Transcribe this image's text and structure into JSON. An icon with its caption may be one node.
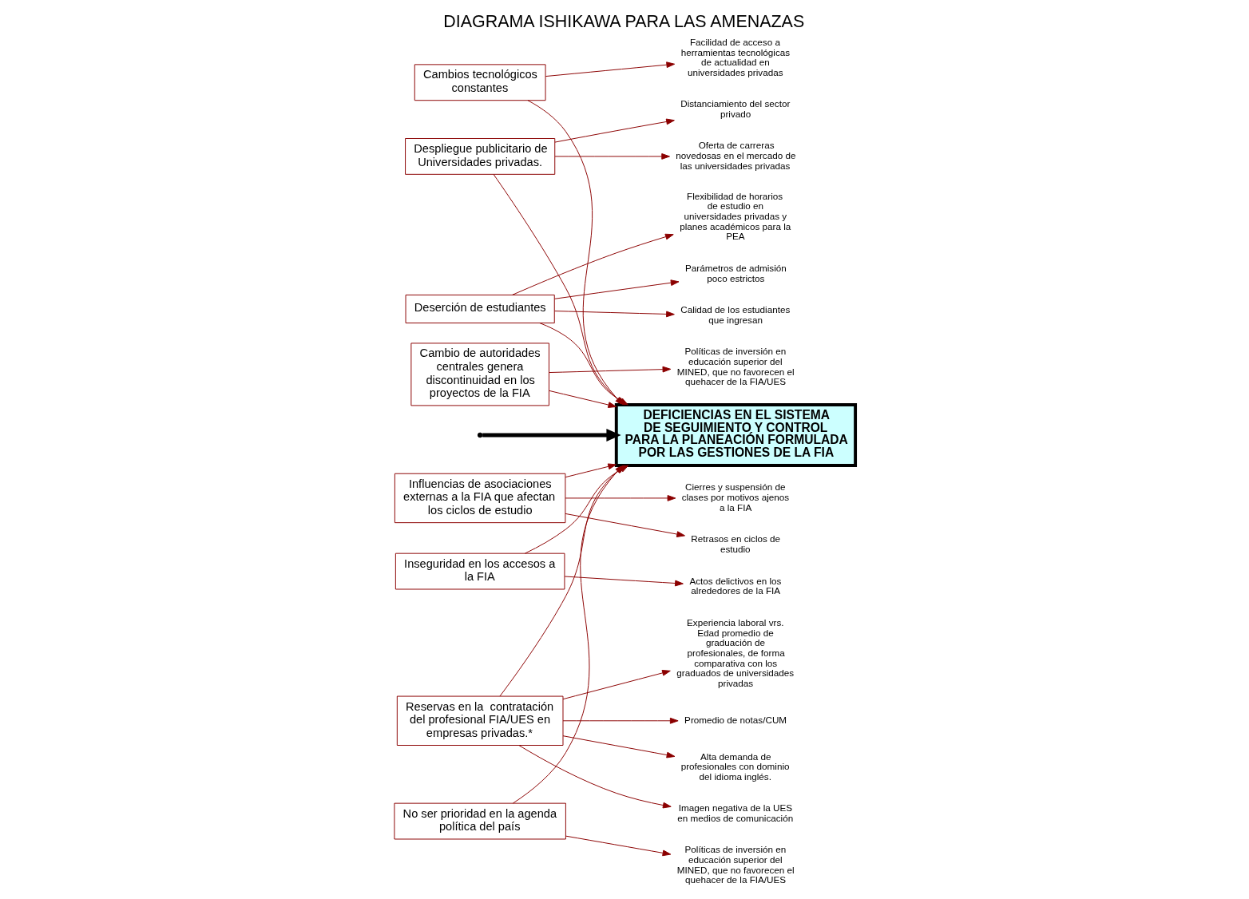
{
  "diagram": {
    "title": "DIAGRAMA ISHIKAWA PARA LAS AMENAZAS",
    "nodes": [
      {
        "text": [
          "Cambios tecnológicos constantes"
        ]
      },
      {
        "text": [
          "Facilidad de acceso a herramientas tecnológicas de actualidad en universidades privadas"
        ]
      },
      {
        "text": [
          "Despliegue publicitario de Universidades privadas."
        ]
      },
      {
        "text": [
          "Distanciamiento del sector privado"
        ]
      },
      {
        "text": [
          "Oferta de carreras novedosas en el mercado de las universidades privadas"
        ]
      },
      {
        "text": [
          "Deserción de estudiantes"
        ]
      },
      {
        "text": [
          "Flexibilidad de horarios de estudio en universidades privadas y planes académicos para la PEA"
        ]
      },
      {
        "text": [
          "Parámetros de admisión poco estrictos"
        ]
      },
      {
        "text": [
          "Calidad de los estudiantes que ingresan"
        ]
      },
      {
        "text": [
          "Cambio de autoridades centrales genera discontinuidad en los proyectos de la FIA"
        ]
      },
      {
        "text": [
          "Políticas de inversión en educación superior del MINED, que no favorecen el quehacer de la FIA/UES"
        ]
      },
      {
        "text": [
          "DEFICIENCIAS EN EL SISTEMA DE SEGUIMIENTO Y CONTROL PARA LA PLANEACIÓN FORMULADA POR LAS GESTIONES DE LA FIA"
        ]
      },
      {
        "text": [
          "Cierres y suspensión de clases por motivos ajenos a la FIA"
        ]
      },
      {
        "text": [
          "Retrasos en ciclos de estudio"
        ]
      },
      {
        "text": [
          "Influencias de asociaciones externas a la FIA que afectan los ciclos de estudio"
        ]
      },
      {
        "text": [
          "Experiencia laboral vrs. Edad promedio de graduación de profesionales, de forma comparativa con los graduados de universidades privadas"
        ]
      },
      {
        "text": [
          "Actos delictivos en los alrededores de la FIA"
        ]
      },
      {
        "text": [
          "Inseguridad en los accesos a la FIA"
        ]
      },
      {
        "text": [
          "Promedio de notas/CUM"
        ]
      },
      {
        "text": [
          "Alta demanda de profesionales con dominio del idioma inglés."
        ]
      },
      {
        "text": [
          "Imagen negativa de la UES en medios de comunicación"
        ]
      },
      {
        "text": [
          "Reservas en la  contratación del profesional FIA/UES en empresas privadas.*"
        ]
      },
      {
        "text": [
          "Políticas de inversión en educación superior del MINED, que no favorecen el quehacer de la FIA/UES"
        ]
      },
      {
        "text": [
          "No ser prioridad en la agenda política del país"
        ]
      }
    ],
    "edges": [
      {
        "from": null,
        "to": 11,
        "arrow": "to",
        "style": "thick",
        "color": "#000000"
      },
      {
        "from": 0,
        "to": 11,
        "arrow": "to"
      },
      {
        "from": 0,
        "to": 1,
        "arrow": "to"
      },
      {
        "from": 2,
        "to": 11,
        "arrow": "to"
      },
      {
        "from": 2,
        "to": 3,
        "arrow": "to"
      },
      {
        "from": 2,
        "to": 4,
        "arrow": "to"
      },
      {
        "from": 5,
        "to": 11,
        "arrow": "to"
      },
      {
        "from": 5,
        "to": 6,
        "arrow": "to"
      },
      {
        "from": 5,
        "to": 7,
        "arrow": "to"
      },
      {
        "from": 5,
        "to": 8,
        "arrow": "to"
      },
      {
        "from": 9,
        "to": 11,
        "arrow": "to"
      },
      {
        "from": 9,
        "to": 10,
        "arrow": "to"
      },
      {
        "from": 14,
        "to": 11,
        "arrow": "to"
      },
      {
        "from": 14,
        "to": 12,
        "arrow": "to"
      },
      {
        "from": 14,
        "to": 13,
        "arrow": "to"
      },
      {
        "from": 17,
        "to": 11,
        "arrow": "to"
      },
      {
        "from": 17,
        "to": 16,
        "arrow": "to"
      },
      {
        "from": 21,
        "to": 11,
        "arrow": "to"
      },
      {
        "from": 21,
        "to": 15,
        "arrow": "to"
      },
      {
        "from": 21,
        "to": 18,
        "arrow": "to"
      },
      {
        "from": 21,
        "to": 19,
        "arrow": "to"
      },
      {
        "from": 21,
        "to": 20,
        "arrow": "to"
      },
      {
        "from": 23,
        "to": 11,
        "arrow": "to"
      },
      {
        "from": 23,
        "to": 22,
        "arrow": "to"
      }
    ]
  }
}
